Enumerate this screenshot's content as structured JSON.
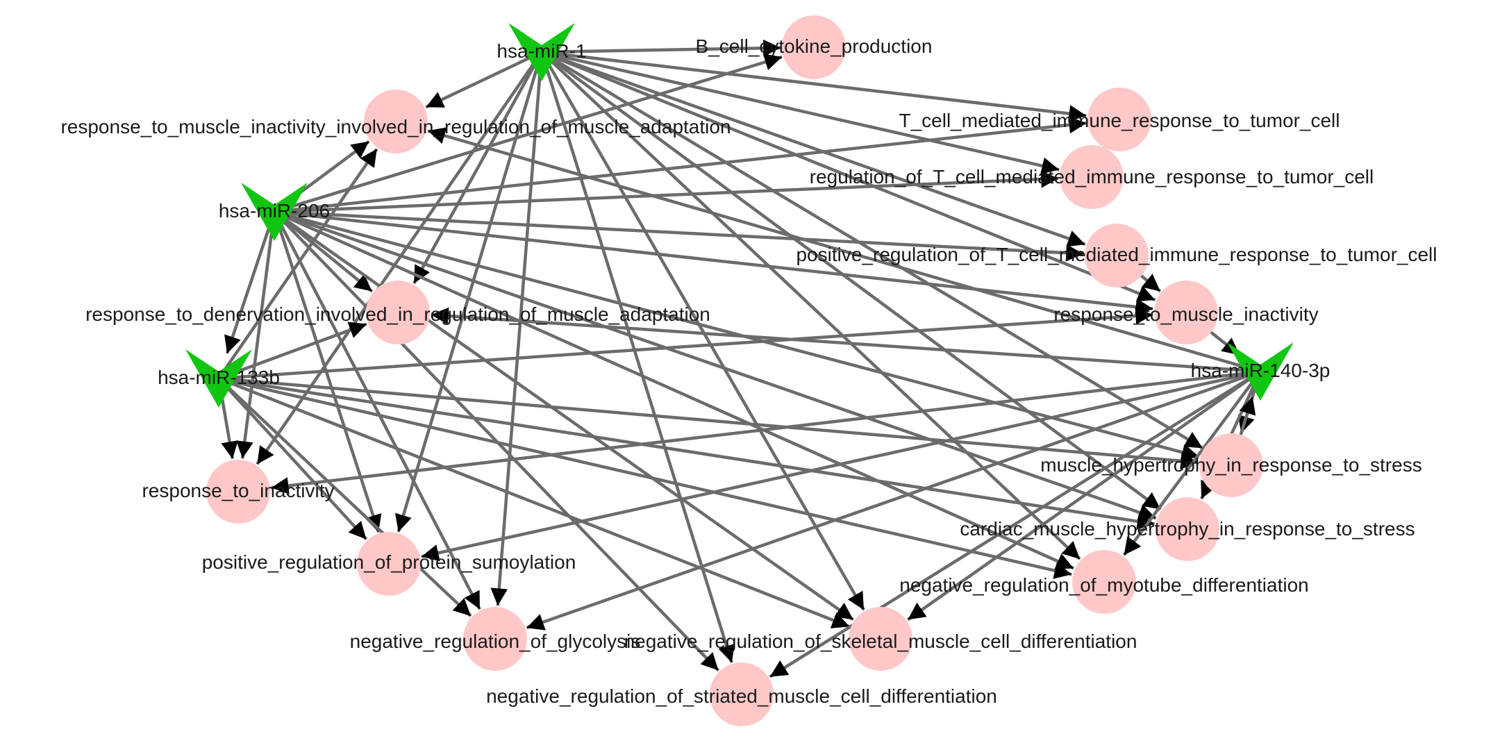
{
  "colors": {
    "mirna_node": "#11c611",
    "term_node": "#ffc8c8",
    "edge": "#6b6b6b",
    "arrowhead": "#000000",
    "label": "#1a1a1a"
  },
  "mirna_nodes": [
    {
      "id": "mir1",
      "label": "hsa-miR-1"
    },
    {
      "id": "mir206",
      "label": "hsa-miR-206"
    },
    {
      "id": "mir133b",
      "label": "hsa-miR-133b"
    },
    {
      "id": "mir140",
      "label": "hsa-miR-140-3p"
    }
  ],
  "term_nodes": [
    {
      "id": "bcell",
      "label": "B_cell_cytokine_production"
    },
    {
      "id": "rmi_adapt",
      "label": "response_to_muscle_inactivity_involved_in_regulation_of_muscle_adaptation"
    },
    {
      "id": "tcell",
      "label": "T_cell_mediated_immune_response_to_tumor_cell"
    },
    {
      "id": "reg_tcell",
      "label": "regulation_of_T_cell_mediated_immune_response_to_tumor_cell"
    },
    {
      "id": "pos_tcell",
      "label": "positive_regulation_of_T_cell_mediated_immune_response_to_tumor_cell"
    },
    {
      "id": "denerv",
      "label": "response_to_denervation_involved_in_regulation_of_muscle_adaptation"
    },
    {
      "id": "rmi",
      "label": "response_to_muscle_inactivity"
    },
    {
      "id": "muscle_hyp",
      "label": "muscle_hypertrophy_in_response_to_stress"
    },
    {
      "id": "inactivity",
      "label": "response_to_inactivity"
    },
    {
      "id": "cardiac",
      "label": "cardiac_muscle_hypertrophy_in_response_to_stress"
    },
    {
      "id": "sumo",
      "label": "positive_regulation_of_protein_sumoylation"
    },
    {
      "id": "myotube",
      "label": "negative_regulation_of_myotube_differentiation"
    },
    {
      "id": "glyco",
      "label": "negative_regulation_of_glycolysis"
    },
    {
      "id": "skeletal",
      "label": "negative_regulation_of_skeletal_muscle_cell_differentiation"
    },
    {
      "id": "striated",
      "label": "negative_regulation_of_striated_muscle_cell_differentiation"
    }
  ],
  "edges": [
    [
      "mir1",
      "bcell"
    ],
    [
      "mir1",
      "rmi_adapt"
    ],
    [
      "mir1",
      "tcell"
    ],
    [
      "mir1",
      "reg_tcell"
    ],
    [
      "mir1",
      "pos_tcell"
    ],
    [
      "mir1",
      "denerv"
    ],
    [
      "mir1",
      "rmi"
    ],
    [
      "mir1",
      "muscle_hyp"
    ],
    [
      "mir1",
      "inactivity"
    ],
    [
      "mir1",
      "cardiac"
    ],
    [
      "mir1",
      "sumo"
    ],
    [
      "mir1",
      "myotube"
    ],
    [
      "mir1",
      "glyco"
    ],
    [
      "mir1",
      "skeletal"
    ],
    [
      "mir1",
      "striated"
    ],
    [
      "mir206",
      "bcell"
    ],
    [
      "mir206",
      "rmi_adapt"
    ],
    [
      "mir206",
      "tcell"
    ],
    [
      "mir206",
      "reg_tcell"
    ],
    [
      "mir206",
      "pos_tcell"
    ],
    [
      "mir206",
      "denerv"
    ],
    [
      "mir206",
      "rmi"
    ],
    [
      "mir206",
      "muscle_hyp"
    ],
    [
      "mir206",
      "inactivity"
    ],
    [
      "mir206",
      "cardiac"
    ],
    [
      "mir206",
      "sumo"
    ],
    [
      "mir206",
      "myotube"
    ],
    [
      "mir206",
      "glyco"
    ],
    [
      "mir206",
      "skeletal"
    ],
    [
      "mir206",
      "striated"
    ],
    [
      "mir206",
      "mir133b"
    ],
    [
      "mir133b",
      "rmi_adapt"
    ],
    [
      "mir133b",
      "denerv"
    ],
    [
      "mir133b",
      "rmi"
    ],
    [
      "mir133b",
      "muscle_hyp"
    ],
    [
      "mir133b",
      "inactivity"
    ],
    [
      "mir133b",
      "cardiac"
    ],
    [
      "mir133b",
      "sumo"
    ],
    [
      "mir133b",
      "myotube"
    ],
    [
      "mir133b",
      "glyco"
    ],
    [
      "mir133b",
      "skeletal"
    ],
    [
      "mir140",
      "rmi_adapt"
    ],
    [
      "mir140",
      "denerv"
    ],
    [
      "mir140",
      "muscle_hyp"
    ],
    [
      "mir140",
      "inactivity"
    ],
    [
      "mir140",
      "cardiac"
    ],
    [
      "mir140",
      "sumo"
    ],
    [
      "mir140",
      "myotube"
    ],
    [
      "mir140",
      "glyco"
    ],
    [
      "mir140",
      "skeletal"
    ],
    [
      "mir140",
      "striated"
    ],
    [
      "pos_tcell",
      "rmi"
    ],
    [
      "rmi",
      "mir140"
    ],
    [
      "muscle_hyp",
      "mir140"
    ]
  ]
}
